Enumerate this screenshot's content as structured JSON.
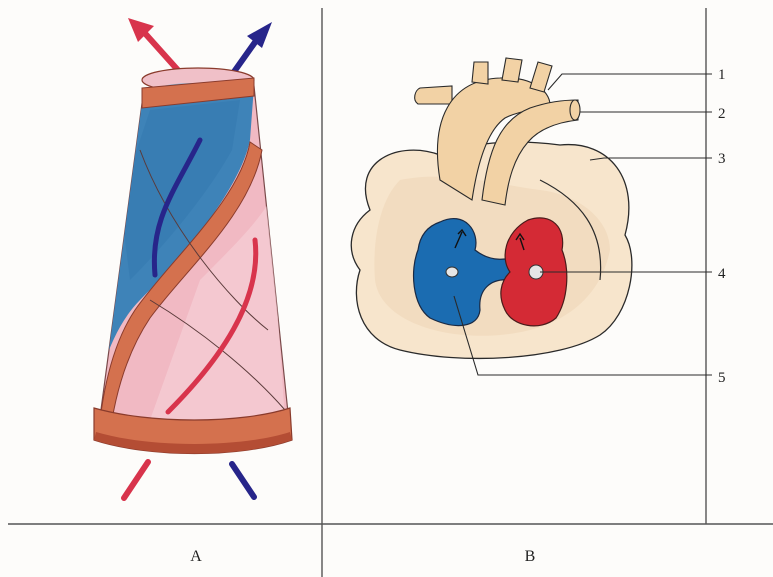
{
  "panels": [
    {
      "caption": "A"
    },
    {
      "caption": "B"
    }
  ],
  "callouts": [
    "1",
    "2",
    "3",
    "4",
    "5"
  ],
  "colors": {
    "pink": "#f1b9c3",
    "pink_light": "#f7d2d8",
    "blue": "#3e83b8",
    "blue_dark": "#2f73a8",
    "ring": "#d4714e",
    "ring_dark": "#b44d34",
    "heart_body": "#f7e5cc",
    "vessel": "#f2d2a5",
    "oxy_red": "#d42a35",
    "deoxy_blue": "#1b6cb1",
    "arrow_red": "#d8344c",
    "arrow_navy": "#27258a"
  }
}
